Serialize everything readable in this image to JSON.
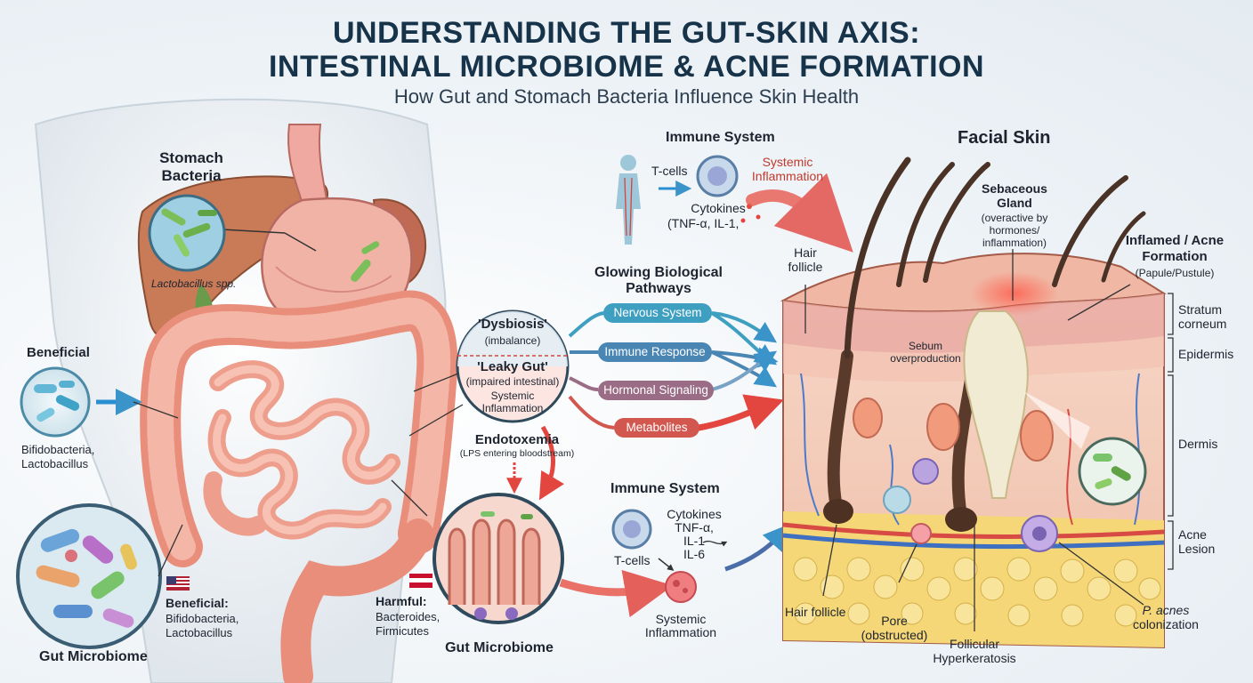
{
  "header": {
    "title_line1": "UNDERSTANDING THE GUT-SKIN AXIS:",
    "title_line2": "INTESTINAL MICROBIOME & ACNE FORMATION",
    "subtitle": "How Gut and Stomach Bacteria Influence Skin Health"
  },
  "gut": {
    "stomach_title_1": "Stomach",
    "stomach_title_2": "Bacteria",
    "stomach_species": "Lactobacillus spp.",
    "beneficial_title": "Beneficial",
    "beneficial_species_1": "Bifidobacteria,",
    "beneficial_species_2": "Lactobacillus",
    "microbiome_label": "Gut Microbiome",
    "beneficial2_title": "Beneficial:",
    "beneficial2_species_1": "Bifidobacteria,",
    "beneficial2_species_2": "Lactobacillus",
    "harmful_title": "Harmful:",
    "harmful_species_1": "Bacteroides,",
    "harmful_species_2": "Firmicutes"
  },
  "dysbiosis": {
    "title": "'Dysbiosis'",
    "sub": "(imbalance)",
    "leaky_title": "'Leaky Gut'",
    "leaky_sub": "(impaired intestinal)",
    "sys_1": "Systemic",
    "sys_2": "Inflammation"
  },
  "endotoxemia": {
    "title": "Endotoxemia",
    "sub": "(LPS entering bloodstream)"
  },
  "immune_top": {
    "title": "Immune System",
    "tcells": "T-cells",
    "cyto_1": "Cytokines",
    "cyto_2": "(TNF-α, IL-1,",
    "sys_1": "Systemic",
    "sys_2": "Inflammation"
  },
  "pathways": {
    "title_1": "Glowing Biological",
    "title_2": "Pathways",
    "items": [
      {
        "label": "Nervous System",
        "color": "#3f9fc0"
      },
      {
        "label": "Immune Response",
        "color": "#4a86b4"
      },
      {
        "label": "Hormonal Signaling",
        "color": "#9a6c86"
      },
      {
        "label": "Metabolites",
        "color": "#d2574e"
      }
    ]
  },
  "immune_bottom": {
    "title": "Immune System",
    "cyto_1": "Cytokines",
    "cyto_2": "TNF-α,",
    "cyto_3": "IL-1",
    "cyto_4": "IL-6",
    "tcells": "T-cells",
    "sys_1": "Systemic",
    "sys_2": "Inflammation"
  },
  "gut_microbiome_label": "Gut Microbiome",
  "skin": {
    "title": "Facial Skin",
    "sebaceous_1": "Sebaceous",
    "sebaceous_2": "Gland",
    "sebaceous_3": "(overactive by",
    "sebaceous_4": "hormones/",
    "sebaceous_5": "inflammation)",
    "acne_1": "Inflamed / Acne",
    "acne_2": "Formation",
    "acne_3": "(Papule/Pustule)",
    "hair_follicle_top_1": "Hair",
    "hair_follicle_top_2": "follicle",
    "sebum_1": "Sebum",
    "sebum_2": "overproduction",
    "layer_1a": "Stratum",
    "layer_1b": "corneum",
    "layer_2": "Epidermis",
    "layer_3": "Dermis",
    "layer_4a": "Acne",
    "layer_4b": "Lesion",
    "hair_follicle_bottom": "Hair follicle",
    "pore_1": "Pore",
    "pore_2": "(obstructed)",
    "hyper_1": "Follicular",
    "hyper_2": "Hyperkeratosis",
    "pacnes_1": "P. acnes",
    "pacnes_2": "colonization"
  },
  "colors": {
    "title": "#173349",
    "arrow_red": "#e2463f",
    "arrow_blue": "#2a8fd0",
    "skin": "#f1c3b2",
    "intestine": "#ec9c8a"
  }
}
